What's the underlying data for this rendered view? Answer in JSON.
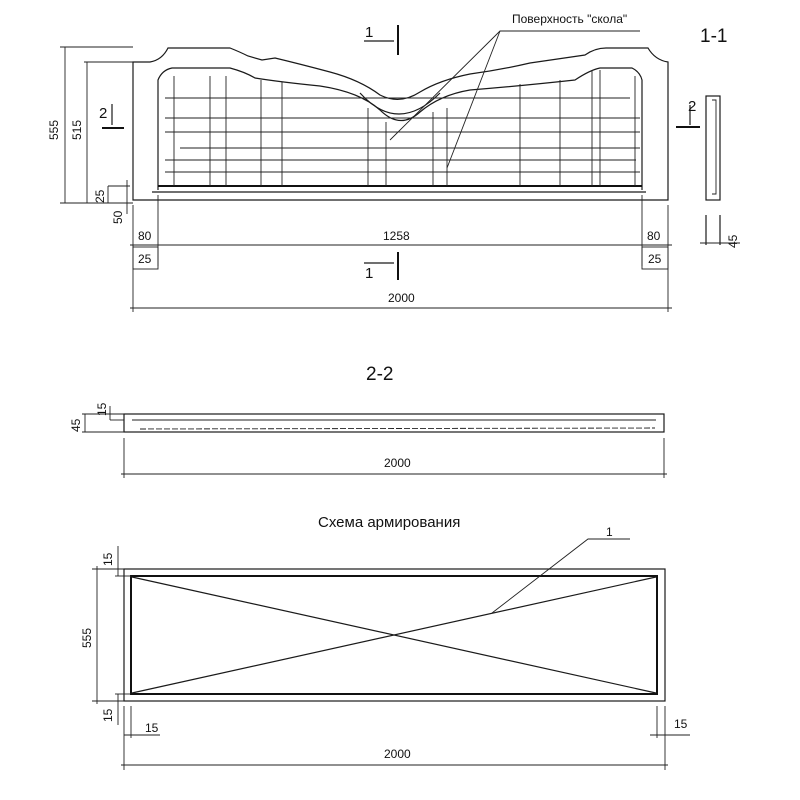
{
  "view_top": {
    "section_label": "1-1",
    "callout": "Поверхность \"скола\"",
    "cut_1_top": "1",
    "cut_1_bottom": "1",
    "cut_2_left": "2",
    "cut_2_right": "2",
    "dims": {
      "height_total": "555",
      "height_inner": "515",
      "rail_25": "25",
      "base_50": "50",
      "left_80": "80",
      "middle_1258": "1258",
      "right_80": "80",
      "left_25": "25",
      "right_25": "25",
      "length_2000": "2000",
      "section_thickness_45": "45"
    }
  },
  "view_section": {
    "title": "2-2",
    "dims": {
      "thickness_45": "45",
      "cover_15": "15",
      "length_2000": "2000"
    }
  },
  "view_reinforcement": {
    "title": "Схема армирования",
    "callout": "1",
    "dims": {
      "height_555": "555",
      "top_15": "15",
      "bottom_15": "15",
      "left_15": "15",
      "right_15": "15",
      "length_2000": "2000"
    }
  }
}
